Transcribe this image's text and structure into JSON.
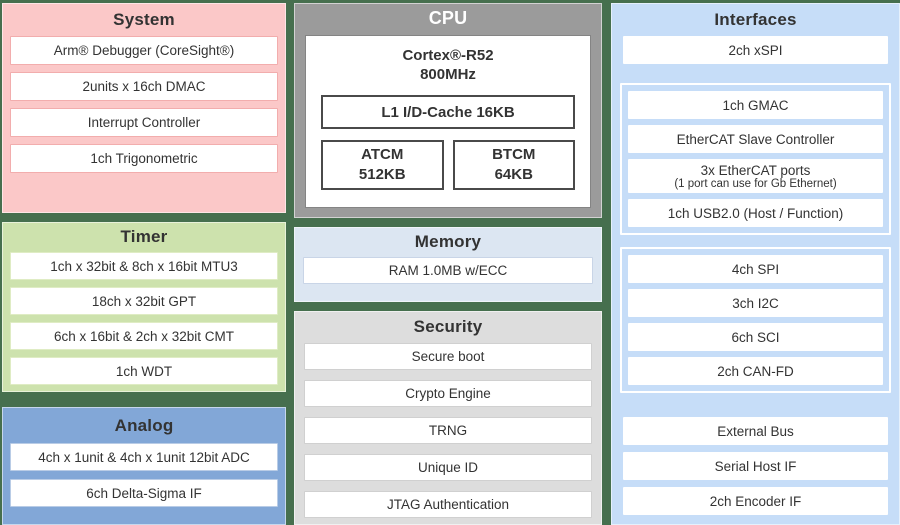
{
  "palette": {
    "background_green": "#466F4E",
    "system_pink": "#FBC8C8",
    "timer_green": "#CDE2AD",
    "analog_blue": "#82A7D7",
    "cpu_gray": "#9B9B9B",
    "memory_light_blue": "#DCE6F2",
    "security_gray": "#DDDDDD",
    "interfaces_blue": "#C6DDF8",
    "item_white": "#FFFFFF",
    "text_dark": "#333333",
    "cpu_title_white": "#FFFFFF"
  },
  "blocks": {
    "system": {
      "title": "System",
      "items": [
        "Arm® Debugger (CoreSight®)",
        "2units x 16ch DMAC",
        "Interrupt Controller",
        "1ch Trigonometric"
      ]
    },
    "timer": {
      "title": "Timer",
      "items": [
        "1ch x 32bit & 8ch x 16bit MTU3",
        "18ch x 32bit GPT",
        "6ch x 16bit & 2ch x 32bit CMT",
        "1ch WDT"
      ]
    },
    "analog": {
      "title": "Analog",
      "items": [
        "4ch x 1unit & 4ch x 1unit 12bit ADC",
        "6ch Delta-Sigma IF"
      ]
    },
    "cpu": {
      "title": "CPU",
      "core_name": "Cortex®-R52",
      "core_freq": "800MHz",
      "cache": "L1 I/D-Cache 16KB",
      "atcm_name": "ATCM",
      "atcm_size": "512KB",
      "btcm_name": "BTCM",
      "btcm_size": "64KB"
    },
    "memory": {
      "title": "Memory",
      "items": [
        "RAM 1.0MB w/ECC"
      ]
    },
    "security": {
      "title": "Security",
      "items": [
        "Secure boot",
        "Crypto Engine",
        "TRNG",
        "Unique ID",
        "JTAG Authentication"
      ]
    },
    "interfaces": {
      "title": "Interfaces",
      "top_item": "2ch xSPI",
      "group1": [
        {
          "line1": "1ch GMAC",
          "line2": ""
        },
        {
          "line1": "EtherCAT Slave Controller",
          "line2": ""
        },
        {
          "line1": "3x EtherCAT ports",
          "line2": "(1 port can use for Gb Ethernet)"
        },
        {
          "line1": "1ch USB2.0 (Host / Function)",
          "line2": ""
        }
      ],
      "group2": [
        "4ch SPI",
        "3ch I2C",
        "6ch SCI",
        "2ch CAN-FD"
      ],
      "bottom_items": [
        "External Bus",
        "Serial Host IF",
        "2ch Encoder IF"
      ]
    }
  }
}
